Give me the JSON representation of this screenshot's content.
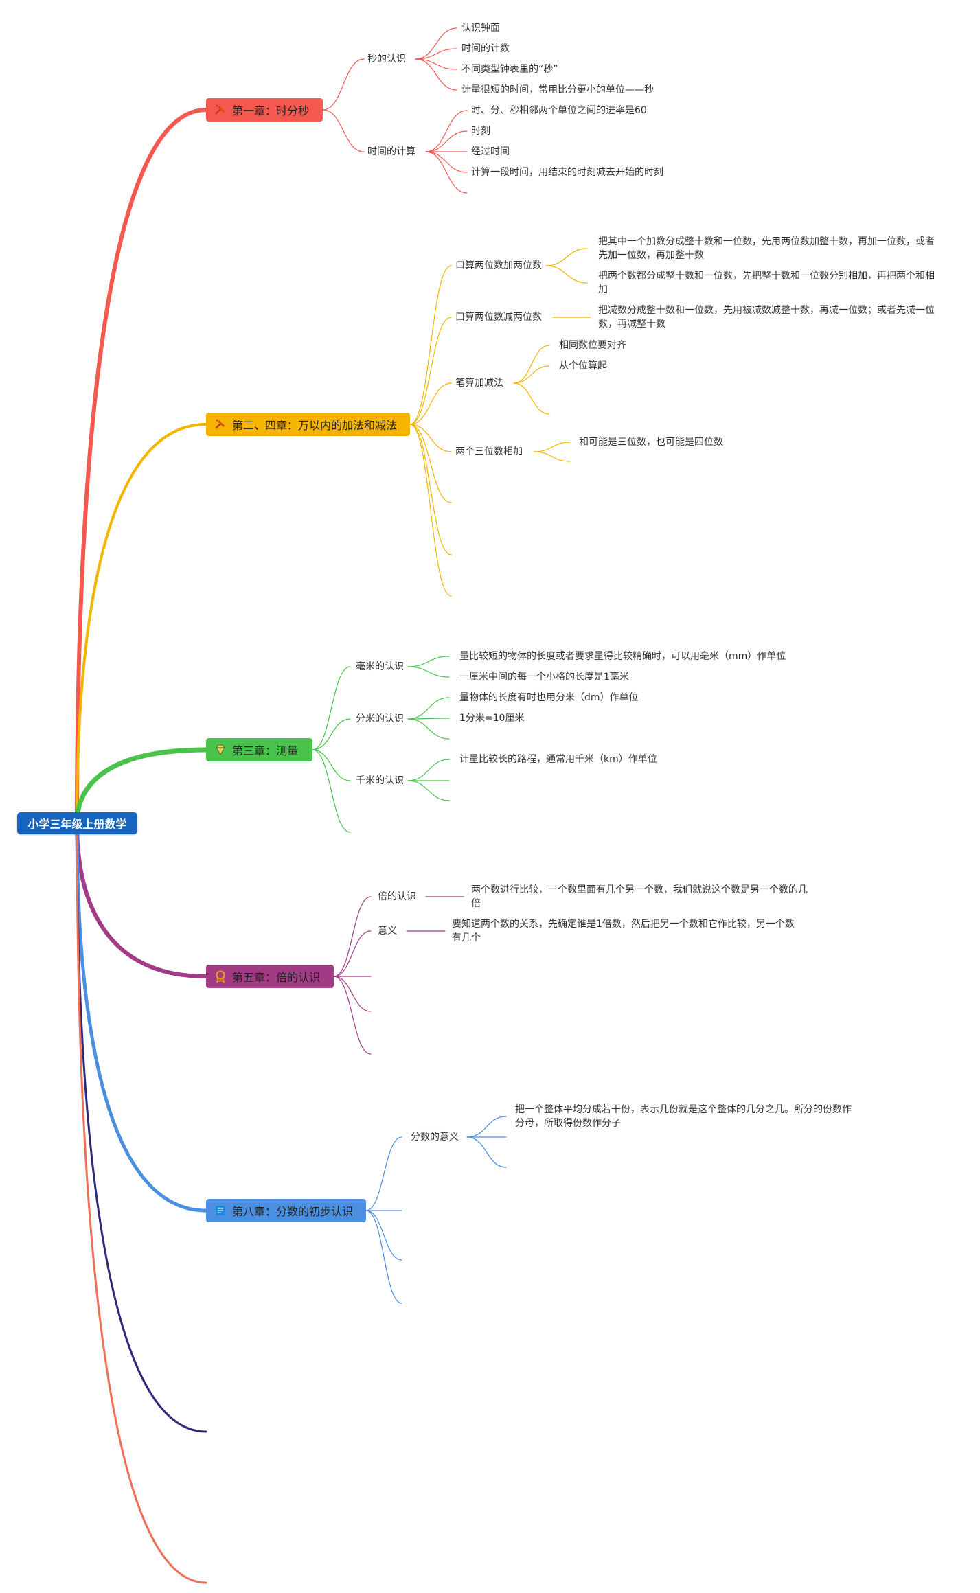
{
  "root": "小学三年级上册数学",
  "chapters": [
    {
      "title": "第一章：时分秒",
      "icon": "hammer-pick-icon",
      "color": "#f5584f",
      "subs": [
        {
          "label": "秒的认识",
          "leaves": [
            "认识钟面",
            "时间的计数",
            "不同类型钟表里的“秒”",
            "计量很短的时间，常用比分更小的单位——秒"
          ]
        },
        {
          "label": "时间的计算",
          "leaves": [
            "时、分、秒相邻两个单位之间的进率是60",
            "时刻",
            "经过时间",
            "计算一段时间，用结束的时刻减去开始的时刻"
          ]
        }
      ]
    },
    {
      "title": "第二、四章：万以内的加法和减法",
      "icon": "hammer-pick-icon",
      "color": "#f5b400",
      "subs": [
        {
          "label": "口算两位数加两位数",
          "leaves": [
            "把其中一个加数分成整十数和一位数，先用两位数加整十数，再加一位数，或者先加一位数，再加整十数",
            "把两个数都分成整十数和一位数，先把整十数和一位数分别相加，再把两个和相加"
          ]
        },
        {
          "label": "口算两位数减两位数",
          "leaves": [
            "把减数分成整十数和一位数，先用被减数减整十数，再减一位数；或者先减一位数，再减整十数"
          ]
        },
        {
          "label": "笔算加减法",
          "leaves": [
            "相同数位要对齐",
            "从个位算起"
          ]
        },
        {
          "label": "两个三位数相加",
          "leaves": [
            "和可能是三位数，也可能是四位数"
          ]
        }
      ]
    },
    {
      "title": "第三章：测量",
      "icon": "gem-icon",
      "color": "#49c34b",
      "subs": [
        {
          "label": "毫米的认识",
          "leaves": [
            "量比较短的物体的长度或者要求量得比较精确时，可以用毫米（mm）作单位",
            "一厘米中间的每一个小格的长度是1毫米"
          ]
        },
        {
          "label": "分米的认识",
          "leaves": [
            "量物体的长度有时也用分米（dm）作单位",
            "1分米=10厘米"
          ]
        },
        {
          "label": "千米的认识",
          "leaves": [
            "计量比较长的路程，通常用千米（km）作单位"
          ]
        }
      ]
    },
    {
      "title": "第五章：倍的认识",
      "icon": "medal-icon",
      "color": "#a23b86",
      "subs": [
        {
          "label": "倍的认识",
          "leaves": [
            "两个数进行比较，一个数里面有几个另一个数，我们就说这个数是另一个数的几倍"
          ]
        },
        {
          "label": "意义",
          "leaves": [
            "要知道两个数的关系，先确定谁是1倍数，然后把另一个数和它作比较，另一个数有几个"
          ]
        }
      ]
    },
    {
      "title": "第八章：分数的初步认识",
      "icon": "book-icon",
      "color": "#4a8fe0",
      "subs": [
        {
          "label": "分数的意义",
          "leaves": [
            "把一个整体平均分成若干份，表示几份就是这个整体的几分之几。所分的份数作分母，所取得份数作分子"
          ]
        }
      ]
    }
  ],
  "extra_branch_colors": [
    "#2e2a7a",
    "#f07057"
  ]
}
